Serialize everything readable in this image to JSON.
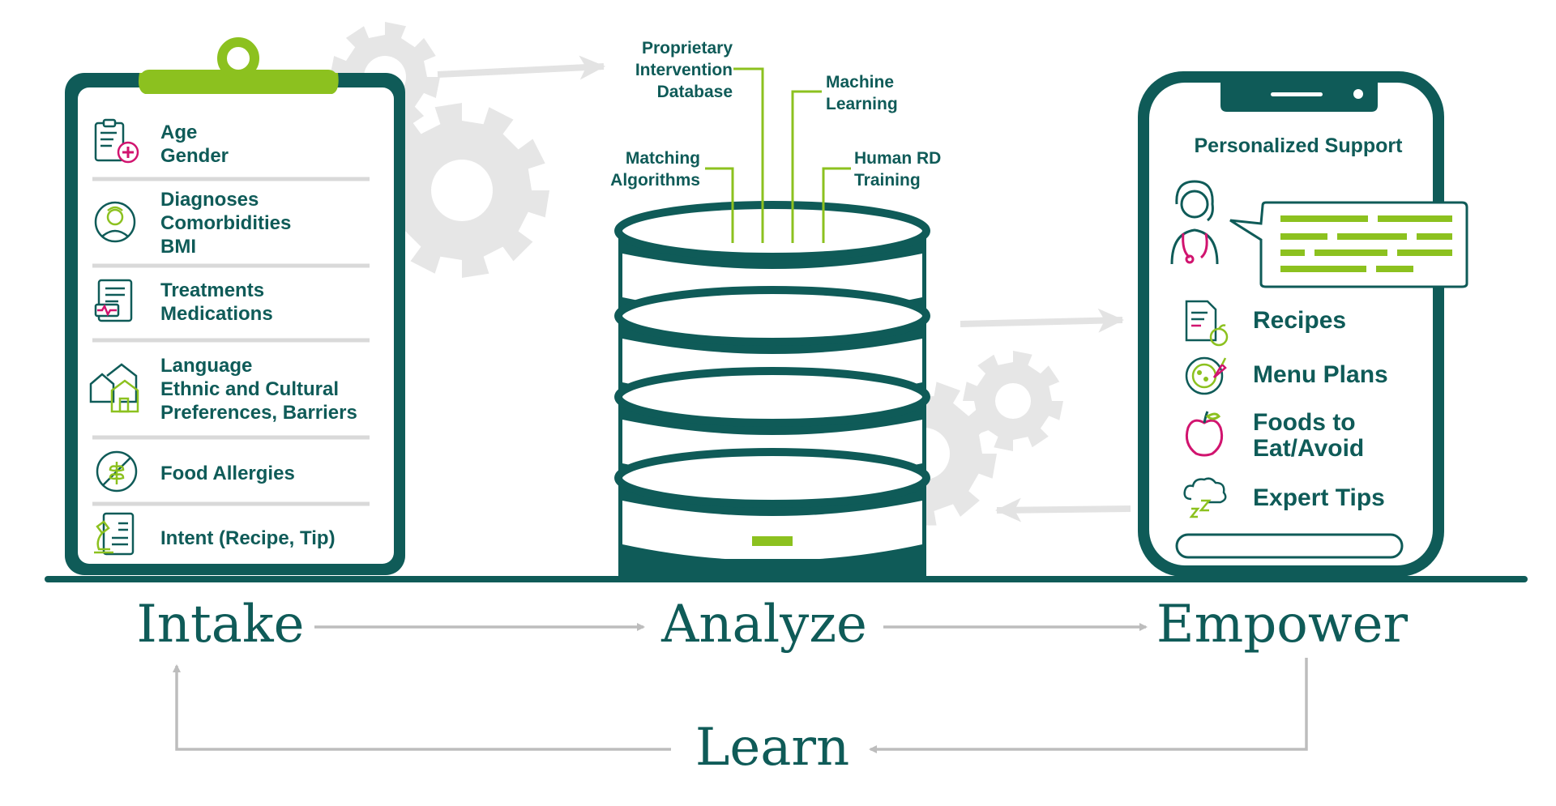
{
  "colors": {
    "teal": "#0f5b58",
    "teal_dark": "#0c4f4c",
    "lime": "#8cc11f",
    "gear": "#e3e3e3",
    "arrow": "#bdbdbd",
    "pink": "#d1146f",
    "divider": "#d9d9d9"
  },
  "intake": {
    "rows": [
      {
        "icon": "clipboard-medical-icon",
        "lines": [
          "Age",
          "Gender"
        ]
      },
      {
        "icon": "doctor-avatar-icon",
        "lines": [
          "Diagnoses",
          "Comorbidities",
          "BMI"
        ]
      },
      {
        "icon": "medical-chart-icon",
        "lines": [
          "Treatments",
          "Medications"
        ]
      },
      {
        "icon": "houses-icon",
        "lines": [
          "Language",
          "Ethnic and Cultural",
          "Preferences, Barriers"
        ]
      },
      {
        "icon": "no-wheat-icon",
        "lines": [
          "Food Allergies"
        ]
      },
      {
        "icon": "microscope-document-icon",
        "lines": [
          "Intent (Recipe, Tip)"
        ]
      }
    ]
  },
  "analyze": {
    "labels": {
      "proprietary": [
        "Proprietary",
        "Intervention",
        "Database"
      ],
      "machine": [
        "Machine",
        "Learning"
      ],
      "matching": [
        "Matching",
        "Algorithms"
      ],
      "human": [
        "Human RD",
        "Training"
      ]
    }
  },
  "empower": {
    "title": "Personalized Support",
    "items": [
      {
        "icon": "recipe-document-icon",
        "lines": [
          "Recipes"
        ]
      },
      {
        "icon": "menu-plate-icon",
        "lines": [
          "Menu Plans"
        ]
      },
      {
        "icon": "apple-icon",
        "lines": [
          "Foods to",
          "Eat/Avoid"
        ]
      },
      {
        "icon": "thinking-cloud-icon",
        "lines": [
          "Expert Tips"
        ]
      }
    ]
  },
  "stages": {
    "intake": "Intake",
    "analyze": "Analyze",
    "empower": "Empower",
    "learn": "Learn"
  }
}
